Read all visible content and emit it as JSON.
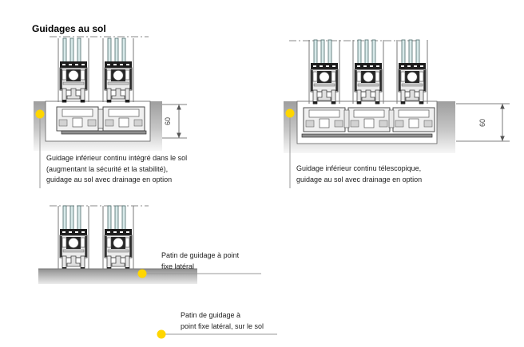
{
  "page": {
    "title": "Guidages au sol"
  },
  "colors": {
    "marker_yellow": "#FFD600",
    "floor_gray_top": "#9E9E9E",
    "floor_gray_bottom": "#F5F5F5",
    "drawing_outline": "#3C3C3C",
    "leader_line_gray": "#999999",
    "glass_tint": "#D8E9E9",
    "dimension_gray": "#555555"
  },
  "icons": [
    {
      "name": "marker-dot-yellow",
      "meaning": "yellow reference marker dot"
    }
  ],
  "figures": {
    "integrated_guide": {
      "dimension_label": "60",
      "caption_lines": [
        "Guidage inférieur continu intégré dans le sol",
        "(augmentant la sécurité et la stabilité),",
        "guidage au sol avec drainage en option"
      ]
    },
    "telescopic_guide": {
      "dimension_label": "60",
      "caption_lines": [
        "Guidage inférieur continu télescopique,",
        "guidage au sol avec drainage en option"
      ]
    },
    "lateral_fixed_pad": {
      "caption_lines": [
        "Patin de guidage à point",
        "fixe latéral"
      ]
    },
    "lateral_fixed_pad_on_floor": {
      "caption_lines": [
        "Patin de guidage à",
        "point fixe latéral, sur le sol"
      ]
    }
  }
}
